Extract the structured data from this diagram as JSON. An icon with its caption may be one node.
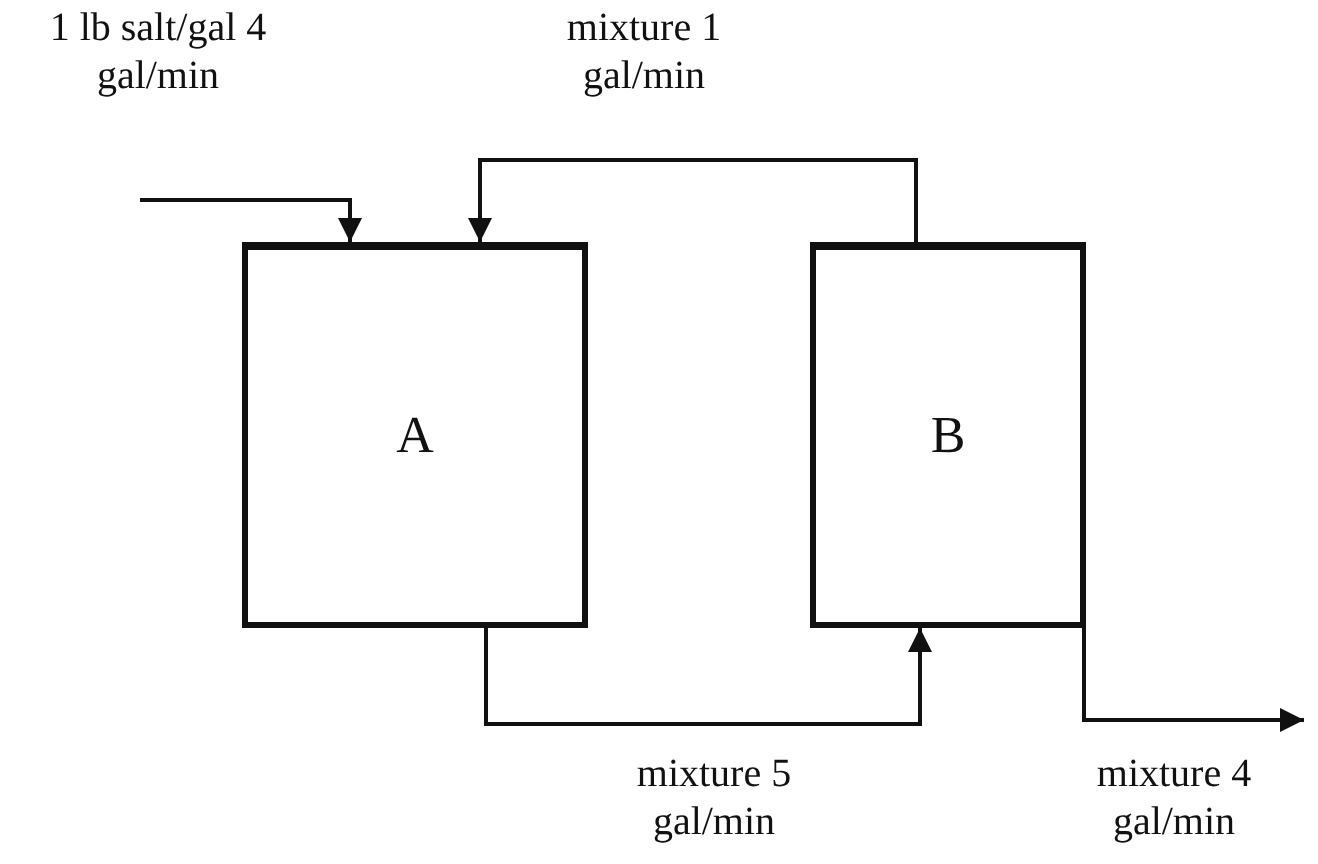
{
  "diagram": {
    "nodes": [
      {
        "text": [
          "A"
        ]
      },
      {
        "text": [
          "B"
        ]
      }
    ],
    "edges": [
      {
        "from": null,
        "to": 0,
        "arrow": "to",
        "label": "1 lb salt/gal 4 gal/min"
      },
      {
        "from": 1,
        "to": 0,
        "arrow": "to",
        "label": "mixture 1 gal/min"
      },
      {
        "from": 0,
        "to": 1,
        "arrow": "to",
        "label": "mixture 5 gal/min"
      },
      {
        "from": 1,
        "to": null,
        "arrow": "to",
        "label": "mixture 4 gal/min"
      }
    ]
  }
}
